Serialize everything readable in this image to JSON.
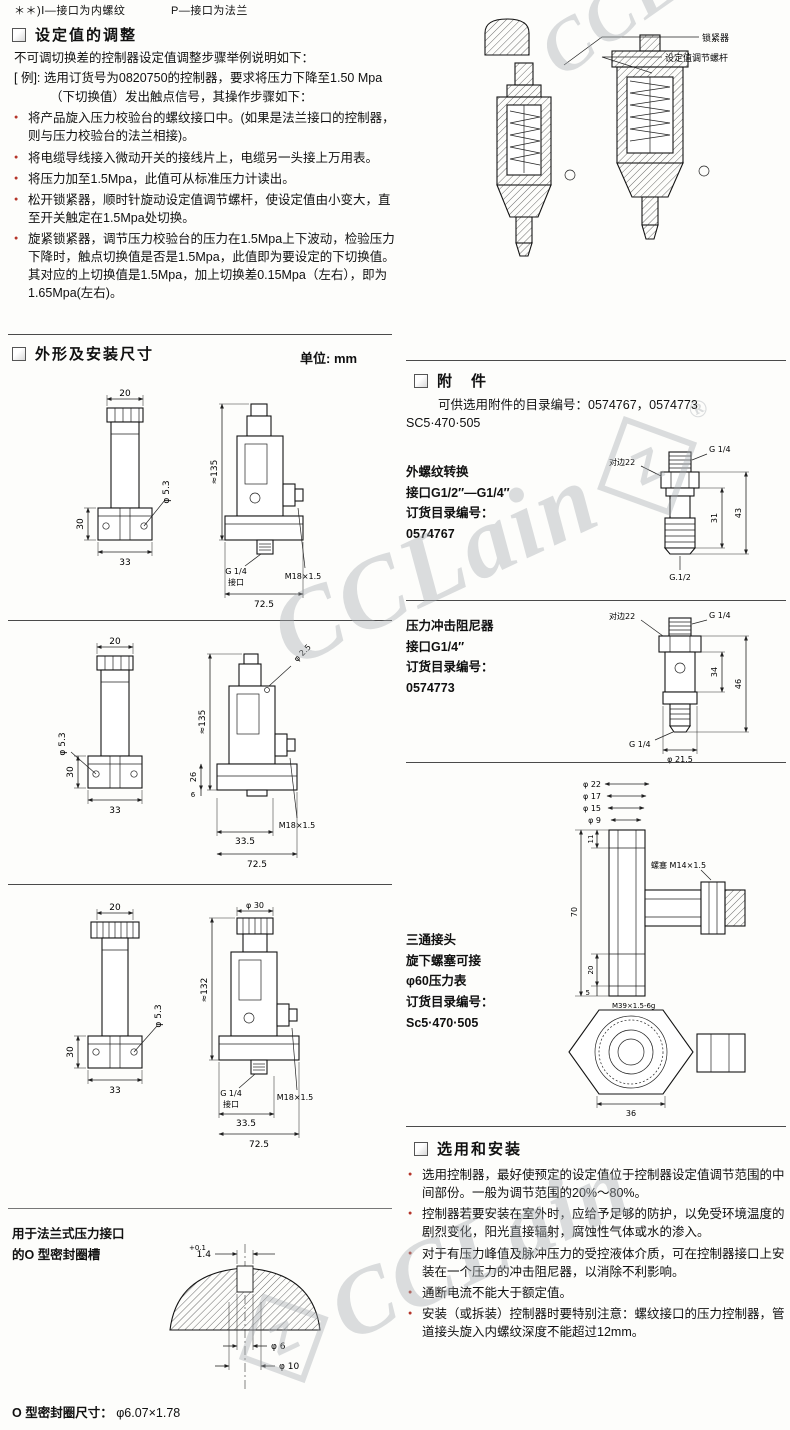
{
  "watermark": {
    "text": "CCLain",
    "reg": "®",
    "logo_letter": "Z"
  },
  "top_note": {
    "part1": "＊＊)Ⅰ—接口为内螺纹",
    "part2": "P—接口为法兰"
  },
  "adjustment": {
    "title": "设定值的调整",
    "intro": "不可调切换差的控制器设定值调整步骤举例说明如下：",
    "example": "[ 例]: 选用订货号为0820750的控制器，要求将压力下降至1.50 Mpa（下切换值）发出触点信号，其操作步骤如下：",
    "bullets": [
      "将产品旋入压力校验台的螺纹接口中。(如果是法兰接口的控制器，则与压力校验台的法兰相接)。",
      "将电缆导线接入微动开关的接线片上，电缆另一头接上万用表。",
      "将压力加至1.5Mpa，此值可从标准压力计读出。",
      "松开锁紧器，顺时针旋动设定值调节螺杆，使设定值由小变大，直至开关触定在1.5Mpa处切换。",
      "旋紧锁紧器，调节压力校验台的压力在1.5Mpa上下波动，检验压力下降时，触点切换值是否是1.5Mpa，此值即为要设定的下切换值。其对应的上切换值是1.5Mpa，加上切换差0.15Mpa（左右），即为1.65Mpa(左右)。"
    ]
  },
  "cross_section": {
    "label_lock": "锁紧器",
    "label_screw": "设定值调节螺杆"
  },
  "outline": {
    "title": "外形及安装尺寸",
    "unit": "单位: mm",
    "d1": {
      "w_top": "20",
      "w_bottom": "33",
      "height": "≈135",
      "base_h": "30",
      "hole": "φ 5.3",
      "port_line1": "G 1/4",
      "port_line2": "接口",
      "gland": "M18×1.5",
      "total_w": "72.5"
    },
    "d2": {
      "w_top": "20",
      "w_bottom": "33",
      "height": "≈135",
      "base_h": "30",
      "hole": "φ 5.3",
      "hole_small": "φ 2.5",
      "dim_26": "26",
      "dim_6": "6",
      "dim_335": "33.5",
      "gland": "M18×1.5",
      "total_w": "72.5"
    },
    "d3": {
      "w_top": "20",
      "w_bottom": "33",
      "height": "≈132",
      "base_h": "30",
      "cap_dia": "φ 30",
      "hole": "φ 5.3",
      "port_line1": "G 1/4",
      "port_line2": "接口",
      "gland": "M18×1.5",
      "dim_335": "33.5",
      "total_w": "72.5"
    }
  },
  "oring": {
    "caption_line1": "用于法兰式压力接口",
    "caption_line2": "的O 型密封圈槽",
    "groove_w": "1.4",
    "groove_tol": "+0.1",
    "d_inner": "φ 6",
    "d_outer": "φ 10",
    "footer_label": "O 型密封圈尺寸：",
    "footer_value": "φ6.07×1.78"
  },
  "accessories": {
    "title": "附　件",
    "intro_line1": "可供选用附件的目录编号：0574767，0574773",
    "intro_line2": "SC5·470·505",
    "item1": {
      "name": "外螺纹转换",
      "spec": "接口G1/2″—G1/4″",
      "order_label": "订货目录编号：",
      "order_no": "0574767",
      "dims": {
        "top_port": "G 1/4",
        "flats": "对边22",
        "h1": "31",
        "h2": "43",
        "bottom_port": "G.1/2"
      }
    },
    "item2": {
      "name": "压力冲击阻尼器",
      "spec": "接口G1/4″",
      "order_label": "订货目录编号：",
      "order_no": "0574773",
      "dims": {
        "flats": "对边22",
        "top_port": "G 1/4",
        "h1": "34",
        "h2": "46",
        "bottom_port": "G 1/4",
        "dia": "φ 21.5"
      }
    },
    "item3": {
      "name": "三通接头",
      "line2": "旋下螺塞可接",
      "line3": "φ60压力表",
      "order_label": "订货目录编号：",
      "order_no": "Sc5·470·505",
      "dims": {
        "d22": "φ 22",
        "d17": "φ 17",
        "d15": "φ 15",
        "d9": "φ 9",
        "h11": "11",
        "h70": "70",
        "h20": "20",
        "h5": "5",
        "plug": "螺塞 M14×1.5",
        "thread": "M39×1.5-6g",
        "width": "36"
      }
    }
  },
  "selection": {
    "title": "选用和安装",
    "bullets": [
      "选用控制器，最好使预定的设定值位于控制器设定值调节范围的中间部份。一般为调节范围的20%～80%。",
      "控制器若要安装在室外时，应给予足够的防护，以免受环境温度的剧烈变化，阳光直接辐射，腐蚀性气体或水的渗入。",
      "对于有压力峰值及脉冲压力的受控液体介质，可在控制器接口上安装在一个压力的冲击阻尼器，以消除不利影响。",
      "通断电流不能大于额定值。",
      "安装（或拆装）控制器时要特别注意：螺纹接口的压力控制器，管道接头旋入内螺纹深度不能超过12mm。"
    ]
  }
}
